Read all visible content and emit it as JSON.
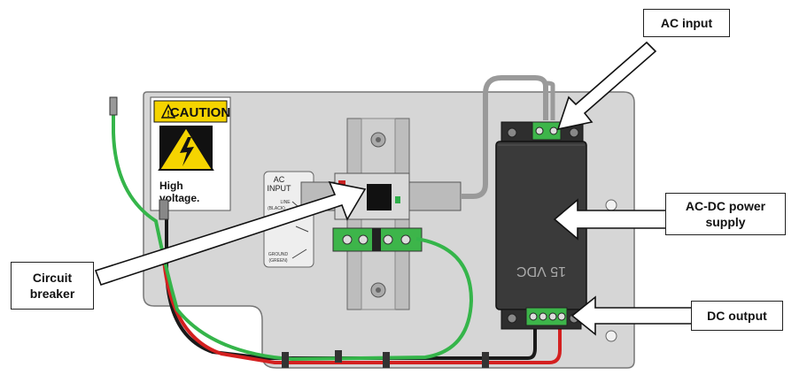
{
  "callouts": {
    "ac_input": "AC input",
    "ac_dc_power_supply": "AC-DC power supply",
    "dc_output": "DC output",
    "circuit_breaker": "Circuit breaker"
  },
  "caution_label": {
    "heading": "CAUTION",
    "text_line1": "High",
    "text_line2": "voltage."
  },
  "wiring_card": {
    "title_line1": "AC",
    "title_line2": "INPUT",
    "line_label": "LINE",
    "line_color": "(BLACK)",
    "ground_label": "GROUND",
    "ground_color": "(GREEN)"
  },
  "power_supply": {
    "marking": "15 VDC"
  },
  "colors": {
    "plate": "#d6d6d6",
    "ground_wire": "#35b54a",
    "dc_positive_wire": "#d42020",
    "black_wire": "#1a1a1a",
    "terminal_green": "#3db54a",
    "caution_yellow": "#f5d400",
    "power_supply_body": "#3a3a3a"
  }
}
